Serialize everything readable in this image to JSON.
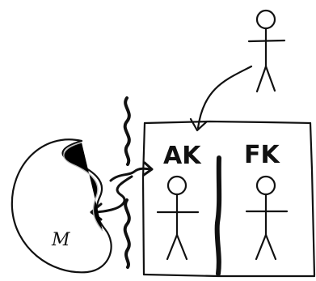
{
  "diagram": {
    "left_compartment_label": "AK",
    "right_compartment_label": "FK",
    "moon_label": "M"
  }
}
